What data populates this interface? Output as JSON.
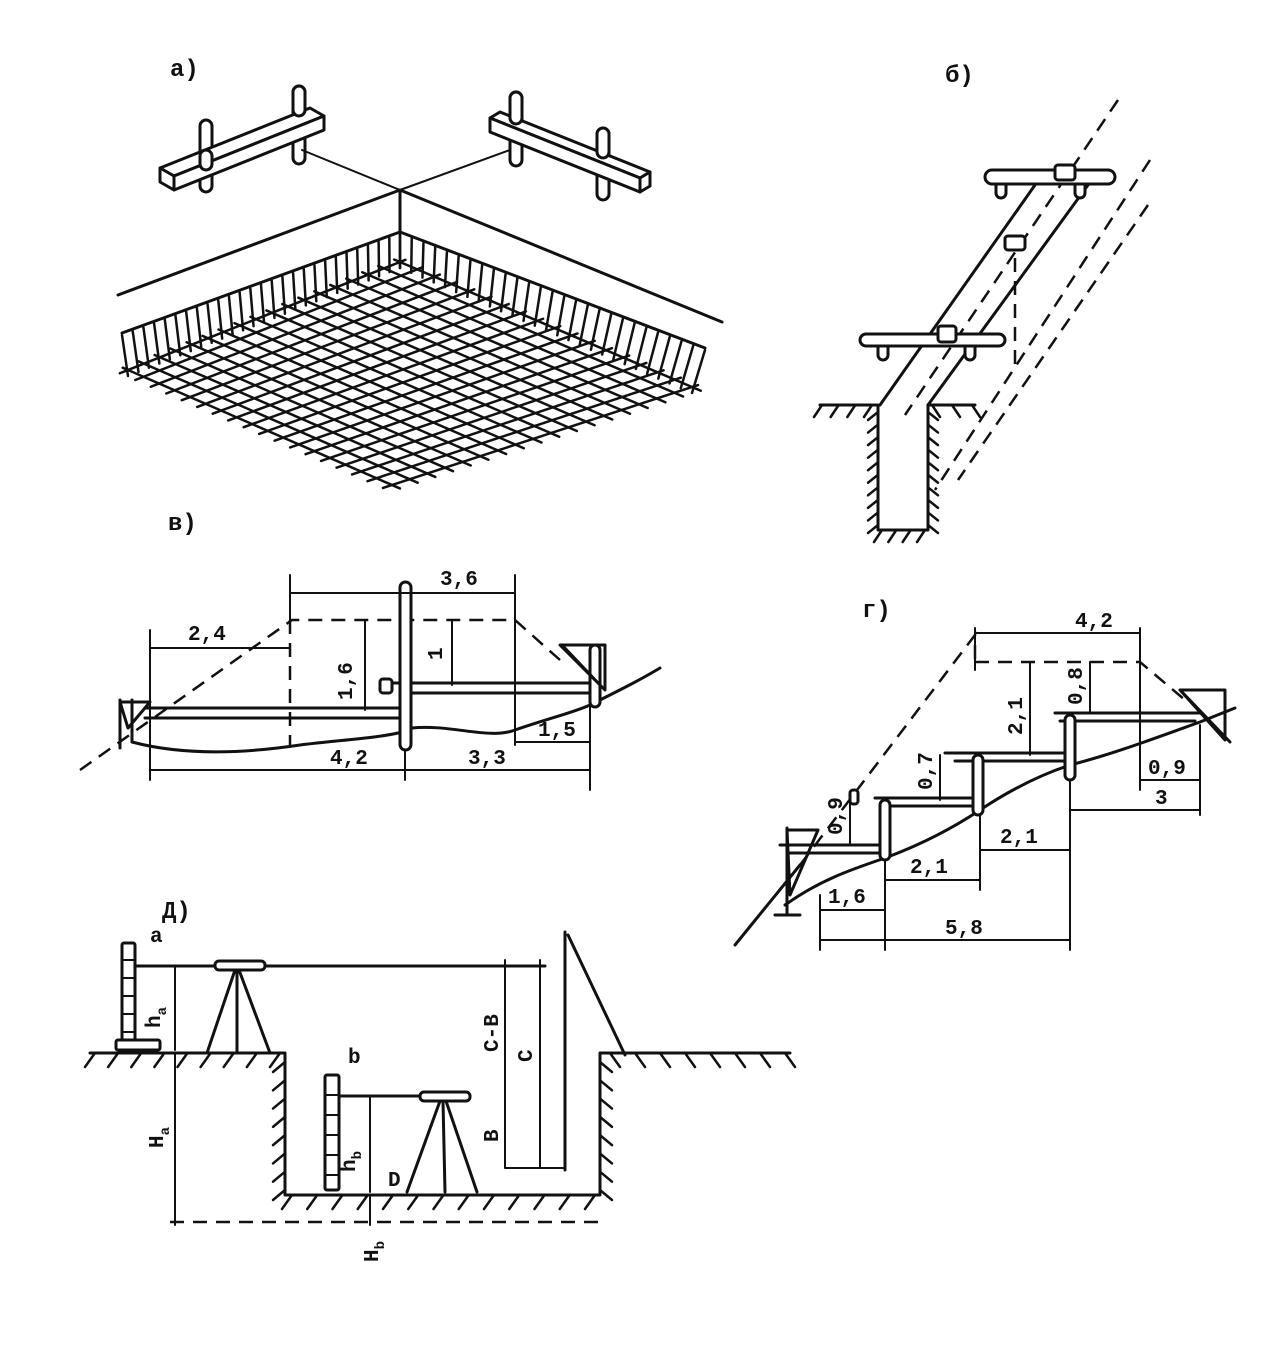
{
  "figure_labels": {
    "a": "а)",
    "b": "б)",
    "v": "в)",
    "g": "г)",
    "d": "Д)"
  },
  "panel_v": {
    "dims": {
      "top": "3,6",
      "left": "2,4",
      "height_1": "1,6",
      "height_2": "1",
      "bottom_left": "4,2",
      "bottom_right": "3,3",
      "right": "1,5"
    }
  },
  "panel_g": {
    "dims": {
      "top": "4,2",
      "riser_top": "2,1",
      "riser_right": "0,8",
      "riser_mid": "0,7",
      "riser_left": "0,9",
      "offset_right": "0,9",
      "step_right": "3",
      "step_3": "2,1",
      "step_2": "2,1",
      "step_1": "1,6",
      "total": "5,8"
    }
  },
  "panel_d": {
    "labels": {
      "staff_a": "a",
      "staff_b": "b",
      "instrument": "D",
      "h_a": {
        "main": "h",
        "sub": "a"
      },
      "h_b": {
        "main": "h",
        "sub": "b"
      },
      "H_a": {
        "main": "H",
        "sub": "a"
      },
      "H_b": {
        "main": "H",
        "sub": "b"
      },
      "c_minus_b": "C-B",
      "c": "C",
      "b_dim": "B"
    }
  }
}
